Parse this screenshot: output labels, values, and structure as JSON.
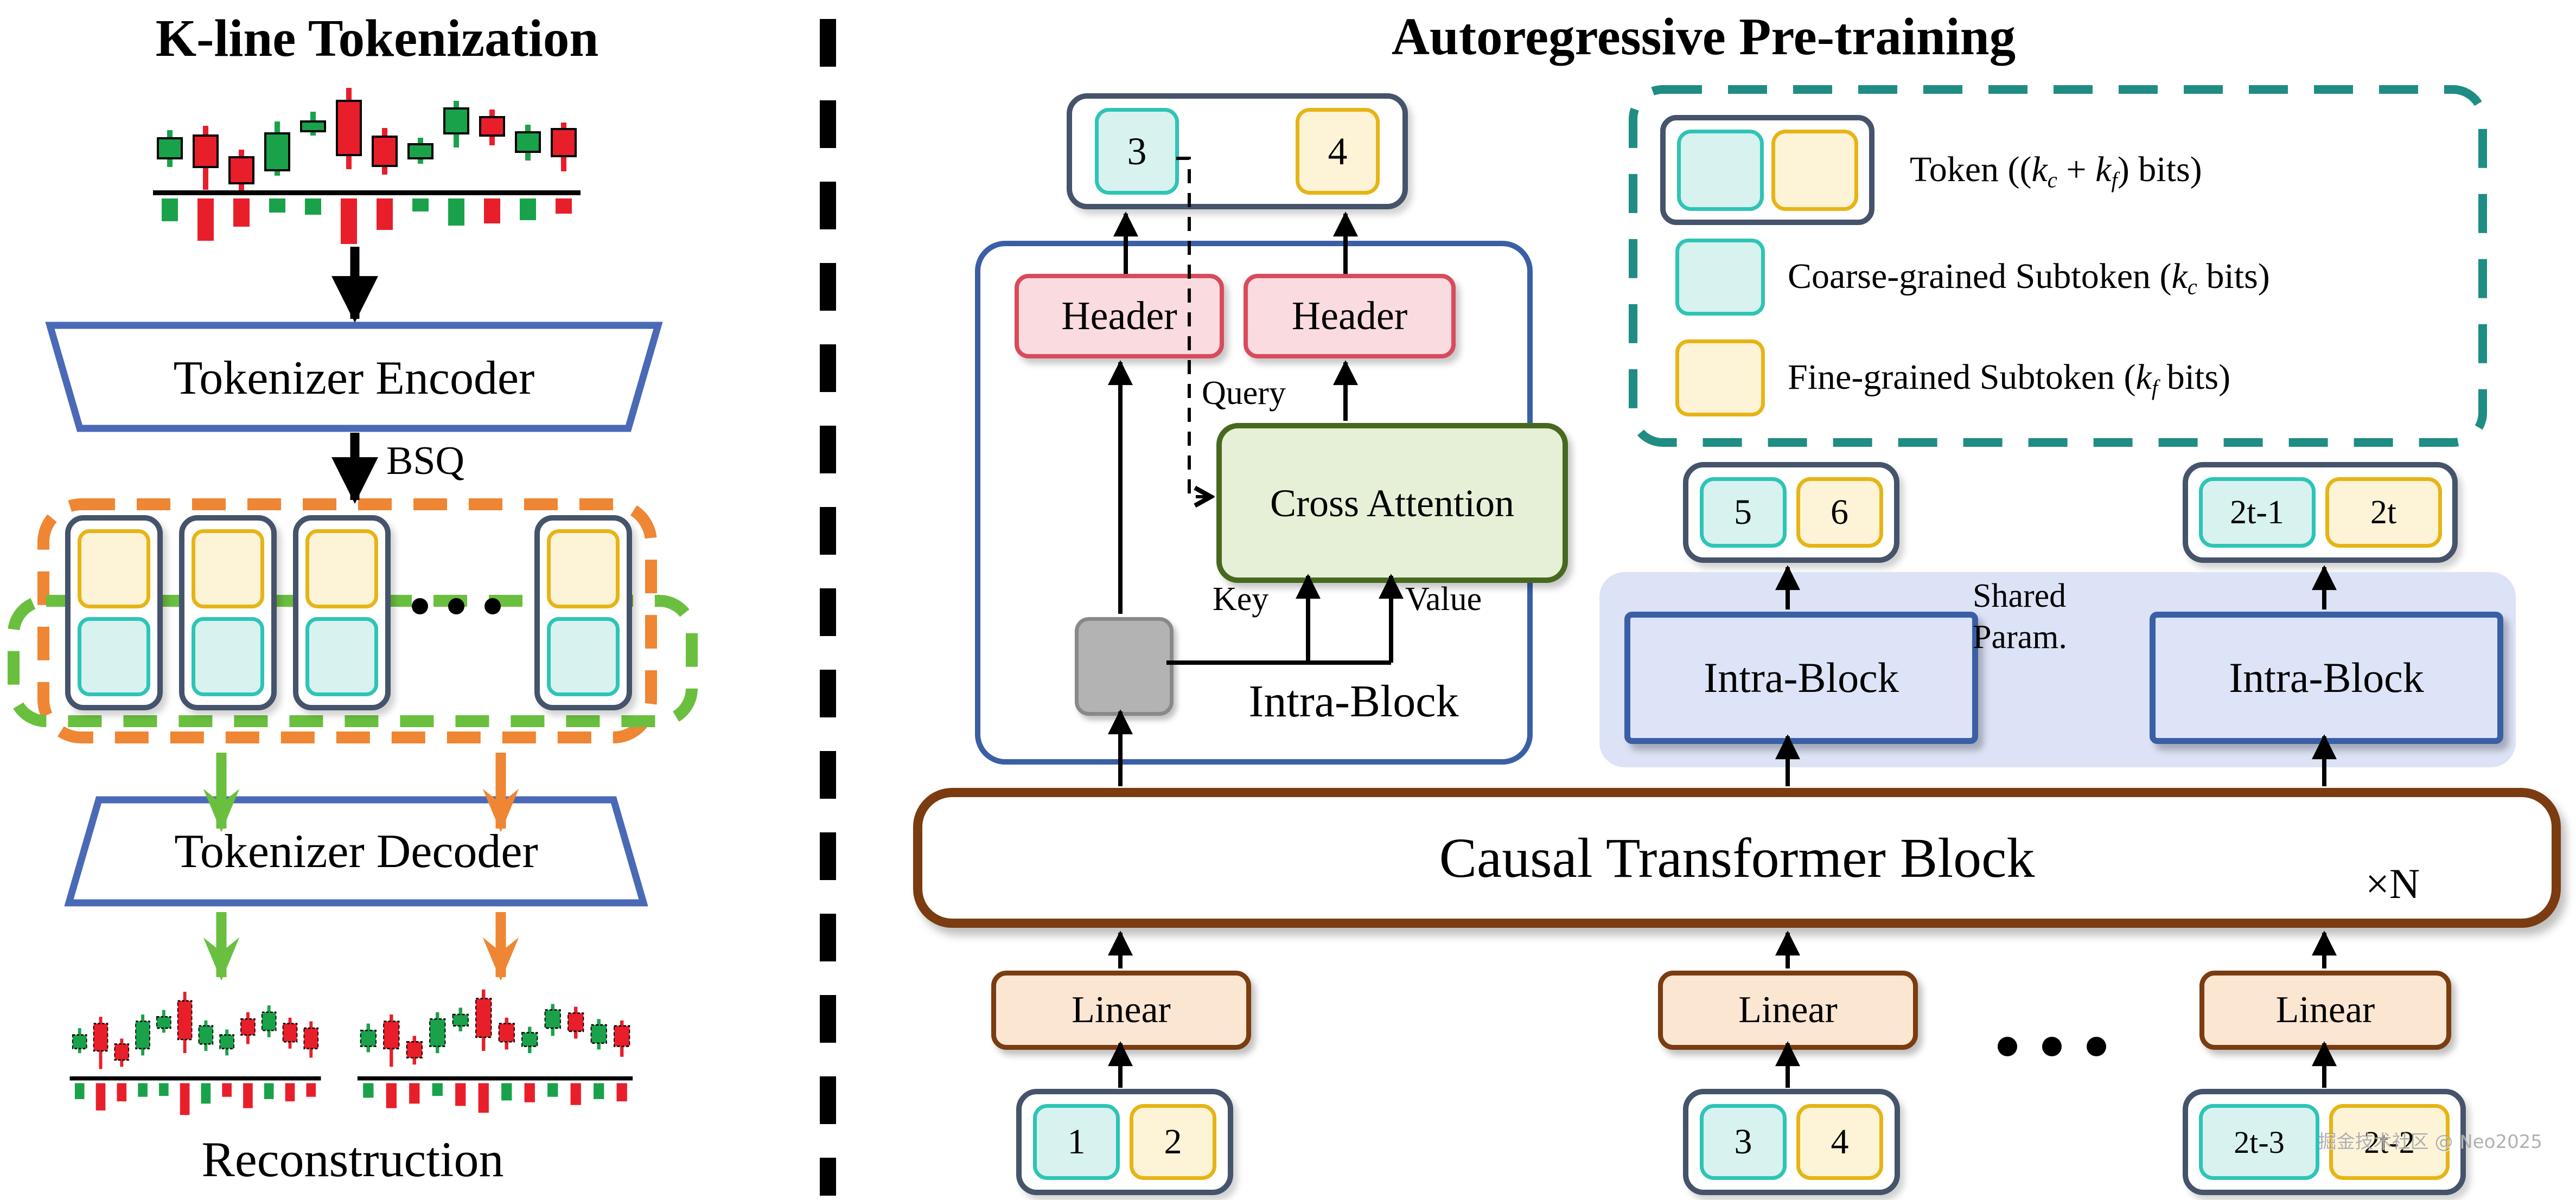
{
  "left_panel": {
    "title": "K-line Tokenization",
    "encoder_label": "Tokenizer Encoder",
    "bsq_label": "BSQ",
    "decoder_label": "Tokenizer Decoder",
    "reconstruction_label": "Reconstruction",
    "kline_chart": {
      "baseline": 215,
      "candles": [
        {
          "c": "g",
          "body": [
            115,
            152
          ],
          "wick": [
            100,
            168
          ],
          "vol": 42,
          "vc": "g"
        },
        {
          "c": "r",
          "body": [
            110,
            168
          ],
          "wick": [
            92,
            210
          ],
          "vol": 78,
          "vc": "r"
        },
        {
          "c": "r",
          "body": [
            150,
            198
          ],
          "wick": [
            136,
            218
          ],
          "vol": 52,
          "vc": "r"
        },
        {
          "c": "g",
          "body": [
            106,
            174
          ],
          "wick": [
            84,
            184
          ],
          "vol": 26,
          "vc": "g"
        },
        {
          "c": "g",
          "body": [
            84,
            102
          ],
          "wick": [
            66,
            110
          ],
          "vol": 30,
          "vc": "g"
        },
        {
          "c": "r",
          "body": [
            46,
            146
          ],
          "wick": [
            22,
            172
          ],
          "vol": 92,
          "vc": "r"
        },
        {
          "c": "r",
          "body": [
            112,
            166
          ],
          "wick": [
            96,
            182
          ],
          "vol": 58,
          "vc": "r"
        },
        {
          "c": "g",
          "body": [
            126,
            152
          ],
          "wick": [
            114,
            162
          ],
          "vol": 24,
          "vc": "g"
        },
        {
          "c": "g",
          "body": [
            60,
            106
          ],
          "wick": [
            46,
            132
          ],
          "vol": 50,
          "vc": "g"
        },
        {
          "c": "r",
          "body": [
            76,
            110
          ],
          "wick": [
            62,
            128
          ],
          "vol": 46,
          "vc": "r"
        },
        {
          "c": "g",
          "body": [
            104,
            140
          ],
          "wick": [
            90,
            156
          ],
          "vol": 40,
          "vc": "g"
        },
        {
          "c": "r",
          "body": [
            98,
            148
          ],
          "wick": [
            86,
            176
          ],
          "vol": 28,
          "vc": "r"
        }
      ]
    },
    "recon_left": {
      "baseline": 215,
      "candles": [
        {
          "c": "g",
          "body": [
            120,
            150
          ],
          "wick": [
            105,
            160
          ],
          "vol": 35,
          "vc": "g"
        },
        {
          "c": "r",
          "body": [
            95,
            155
          ],
          "wick": [
            80,
            195
          ],
          "vol": 60,
          "vc": "r"
        },
        {
          "c": "r",
          "body": [
            140,
            175
          ],
          "wick": [
            128,
            190
          ],
          "vol": 40,
          "vc": "r"
        },
        {
          "c": "g",
          "body": [
            90,
            150
          ],
          "wick": [
            75,
            165
          ],
          "vol": 30,
          "vc": "g"
        },
        {
          "c": "g",
          "body": [
            80,
            105
          ],
          "wick": [
            65,
            115
          ],
          "vol": 28,
          "vc": "g"
        },
        {
          "c": "r",
          "body": [
            45,
            130
          ],
          "wick": [
            25,
            160
          ],
          "vol": 70,
          "vc": "r"
        },
        {
          "c": "g",
          "body": [
            100,
            140
          ],
          "wick": [
            88,
            155
          ],
          "vol": 45,
          "vc": "g"
        },
        {
          "c": "g",
          "body": [
            120,
            150
          ],
          "wick": [
            108,
            165
          ],
          "vol": 30,
          "vc": "r"
        },
        {
          "c": "r",
          "body": [
            85,
            120
          ],
          "wick": [
            70,
            140
          ],
          "vol": 55,
          "vc": "r"
        },
        {
          "c": "g",
          "body": [
            70,
            110
          ],
          "wick": [
            55,
            125
          ],
          "vol": 35,
          "vc": "g"
        },
        {
          "c": "r",
          "body": [
            95,
            135
          ],
          "wick": [
            82,
            150
          ],
          "vol": 40,
          "vc": "r"
        },
        {
          "c": "r",
          "body": [
            105,
            150
          ],
          "wick": [
            90,
            170
          ],
          "vol": 30,
          "vc": "r"
        }
      ]
    },
    "recon_right": {
      "baseline": 215,
      "candles": [
        {
          "c": "g",
          "body": [
            110,
            145
          ],
          "wick": [
            95,
            158
          ],
          "vol": 32,
          "vc": "g"
        },
        {
          "c": "r",
          "body": [
            90,
            150
          ],
          "wick": [
            75,
            190
          ],
          "vol": 55,
          "vc": "r"
        },
        {
          "c": "r",
          "body": [
            135,
            170
          ],
          "wick": [
            122,
            185
          ],
          "vol": 45,
          "vc": "r"
        },
        {
          "c": "g",
          "body": [
            85,
            145
          ],
          "wick": [
            70,
            160
          ],
          "vol": 28,
          "vc": "g"
        },
        {
          "c": "g",
          "body": [
            75,
            100
          ],
          "wick": [
            60,
            112
          ],
          "vol": 50,
          "vc": "r"
        },
        {
          "c": "r",
          "body": [
            40,
            125
          ],
          "wick": [
            20,
            155
          ],
          "vol": 65,
          "vc": "r"
        },
        {
          "c": "r",
          "body": [
            95,
            135
          ],
          "wick": [
            82,
            152
          ],
          "vol": 38,
          "vc": "g"
        },
        {
          "c": "g",
          "body": [
            115,
            145
          ],
          "wick": [
            102,
            160
          ],
          "vol": 42,
          "vc": "r"
        },
        {
          "c": "g",
          "body": [
            65,
            105
          ],
          "wick": [
            52,
            122
          ],
          "vol": 30,
          "vc": "g"
        },
        {
          "c": "r",
          "body": [
            72,
            112
          ],
          "wick": [
            58,
            128
          ],
          "vol": 48,
          "vc": "r"
        },
        {
          "c": "g",
          "body": [
            98,
            138
          ],
          "wick": [
            85,
            152
          ],
          "vol": 35,
          "vc": "g"
        },
        {
          "c": "r",
          "body": [
            100,
            145
          ],
          "wick": [
            88,
            168
          ],
          "vol": 40,
          "vc": "r"
        }
      ]
    }
  },
  "right_panel": {
    "title": "Autoregressive Pre-training",
    "output_token": {
      "coarse": "3",
      "fine": "4"
    },
    "header_label_1": "Header",
    "header_label_2": "Header",
    "cross_attention_label": "Cross Attention",
    "query_label": "Query",
    "key_label": "Key",
    "value_label": "Value",
    "intra_block_detail_label": "Intra-Block",
    "legend": {
      "token_html": "Token ((<i>k</i><sub>c</sub> + <i>k</i><sub>f</sub>) bits)",
      "coarse_html": "Coarse-grained Subtoken (<i>k</i><sub>c</sub> bits)",
      "fine_html": "Fine-grained Subtoken (<i>k</i><sub>f</sub> bits)"
    },
    "mid_tokens": [
      {
        "coarse": "5",
        "fine": "6"
      },
      {
        "coarse": "2t-1",
        "fine": "2t"
      }
    ],
    "shared_param_line1": "Shared",
    "shared_param_line2": "Param.",
    "intra_block_left": "Intra-Block",
    "intra_block_right": "Intra-Block",
    "causal_label": "Causal Transformer Block",
    "xn_label": "×N",
    "linear_labels": [
      "Linear",
      "Linear",
      "Linear"
    ],
    "bottom_tokens": [
      {
        "coarse": "1",
        "fine": "2"
      },
      {
        "coarse": "3",
        "fine": "4"
      },
      {
        "coarse": "2t-3",
        "fine": "2t-2"
      }
    ]
  },
  "watermark": "掘金技术社区 @ Neo2025",
  "colors": {
    "candle_green": "#1aa24b",
    "candle_red": "#e81f2a",
    "coarse_fill": "#d7f2ef",
    "coarse_border": "#2ec4b6",
    "fine_fill": "#fdf3d6",
    "fine_border": "#e7b416",
    "token_border": "#45536b",
    "header_border": "#d84b5c",
    "attention_border": "#47691f",
    "intra_blue": "#3a5fa5",
    "encoder_blue": "#4a6ab8",
    "causal_brown": "#7a3c10",
    "dashed_orange": "#ee8633",
    "dashed_green": "#6abf3f",
    "legend_teal": "#1f8d84",
    "lavender": "#dce3f6"
  }
}
